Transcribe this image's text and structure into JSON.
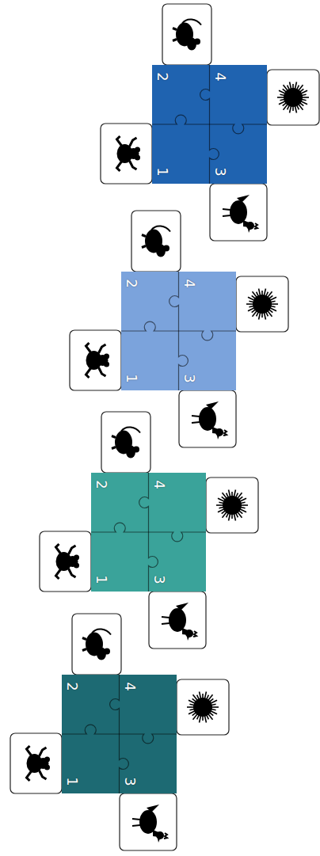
{
  "diagram": {
    "nodes": [
      {
        "text": [
          "2"
        ]
      },
      {
        "text": [
          "4"
        ]
      },
      {
        "text": [
          "1"
        ]
      },
      {
        "text": [
          "3"
        ]
      },
      {
        "text": [
          "2"
        ]
      },
      {
        "text": [
          "4"
        ]
      },
      {
        "text": [
          "1"
        ]
      },
      {
        "text": [
          "3"
        ]
      },
      {
        "text": [
          "2"
        ]
      },
      {
        "text": [
          "4"
        ]
      },
      {
        "text": [
          "1"
        ]
      },
      {
        "text": [
          "3"
        ]
      },
      {
        "text": [
          "2"
        ]
      },
      {
        "text": [
          "4"
        ]
      },
      {
        "text": [
          "1"
        ]
      },
      {
        "text": [
          "3"
        ]
      }
    ]
  }
}
